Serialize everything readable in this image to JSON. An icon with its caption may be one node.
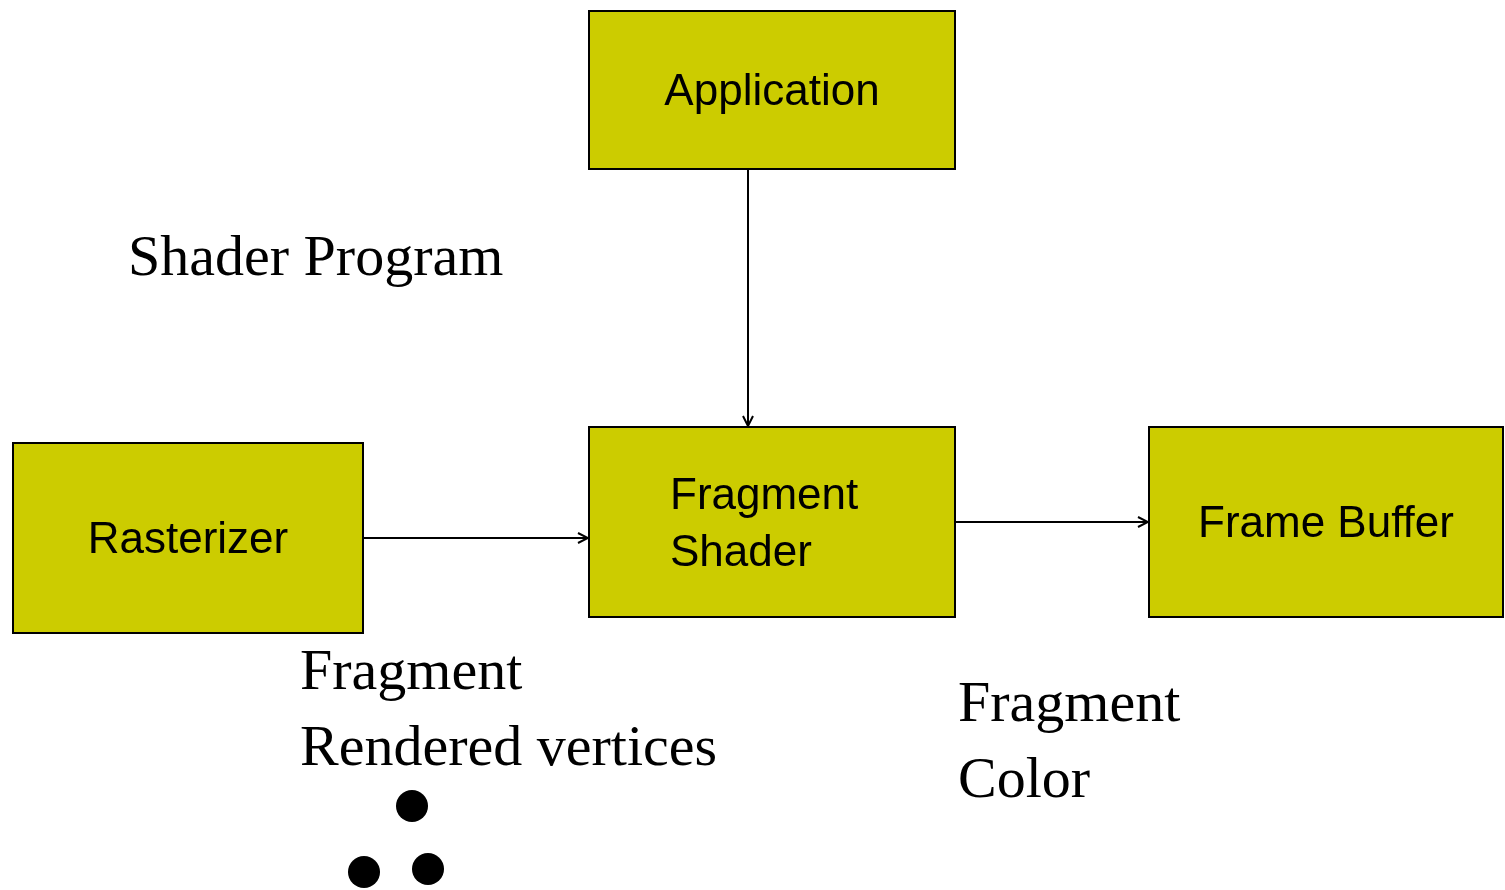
{
  "diagram": {
    "nodes": [
      {
        "text": [
          "Application"
        ]
      },
      {
        "text": [
          "Rasterizer"
        ]
      },
      {
        "text": [
          "Fragment Shader"
        ]
      },
      {
        "text": [
          "Frame Buffer"
        ]
      }
    ],
    "edges": [
      {
        "from": 0,
        "to": 2,
        "arrow": "to"
      },
      {
        "from": 1,
        "to": 2,
        "arrow": "to"
      },
      {
        "from": 2,
        "to": 3,
        "arrow": "to"
      }
    ],
    "labels": [
      "Shader Program",
      "Fragment",
      "Rendered vertices",
      "Fragment Color"
    ]
  }
}
